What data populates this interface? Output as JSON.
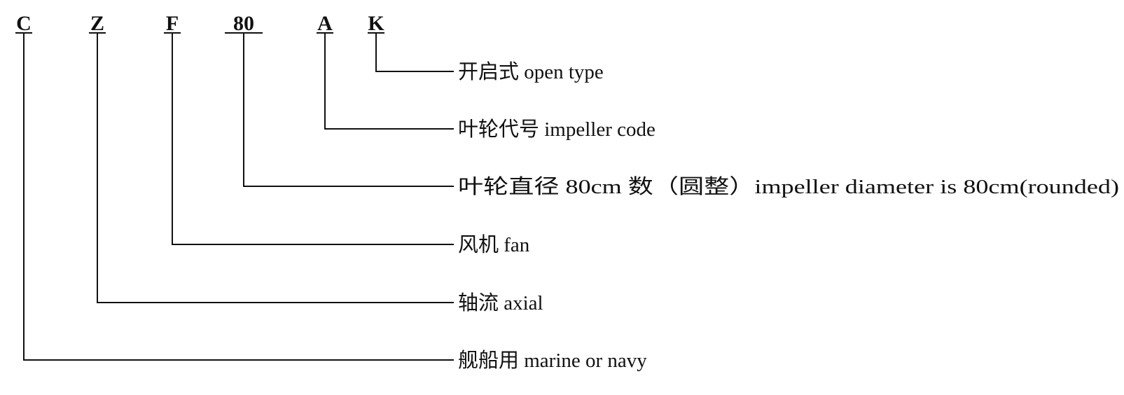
{
  "codes": [
    {
      "letter": "C",
      "description": "舰船用 marine or navy"
    },
    {
      "letter": "Z",
      "description": "轴流 axial"
    },
    {
      "letter": "F",
      "description": "风机 fan"
    },
    {
      "letter": "80",
      "description": "叶轮直径 80cm 数（圆整）impeller diameter is 80cm(rounded)"
    },
    {
      "letter": "A",
      "description": "叶轮代号 impeller  code"
    },
    {
      "letter": "K",
      "description": "开启式 open type"
    }
  ]
}
